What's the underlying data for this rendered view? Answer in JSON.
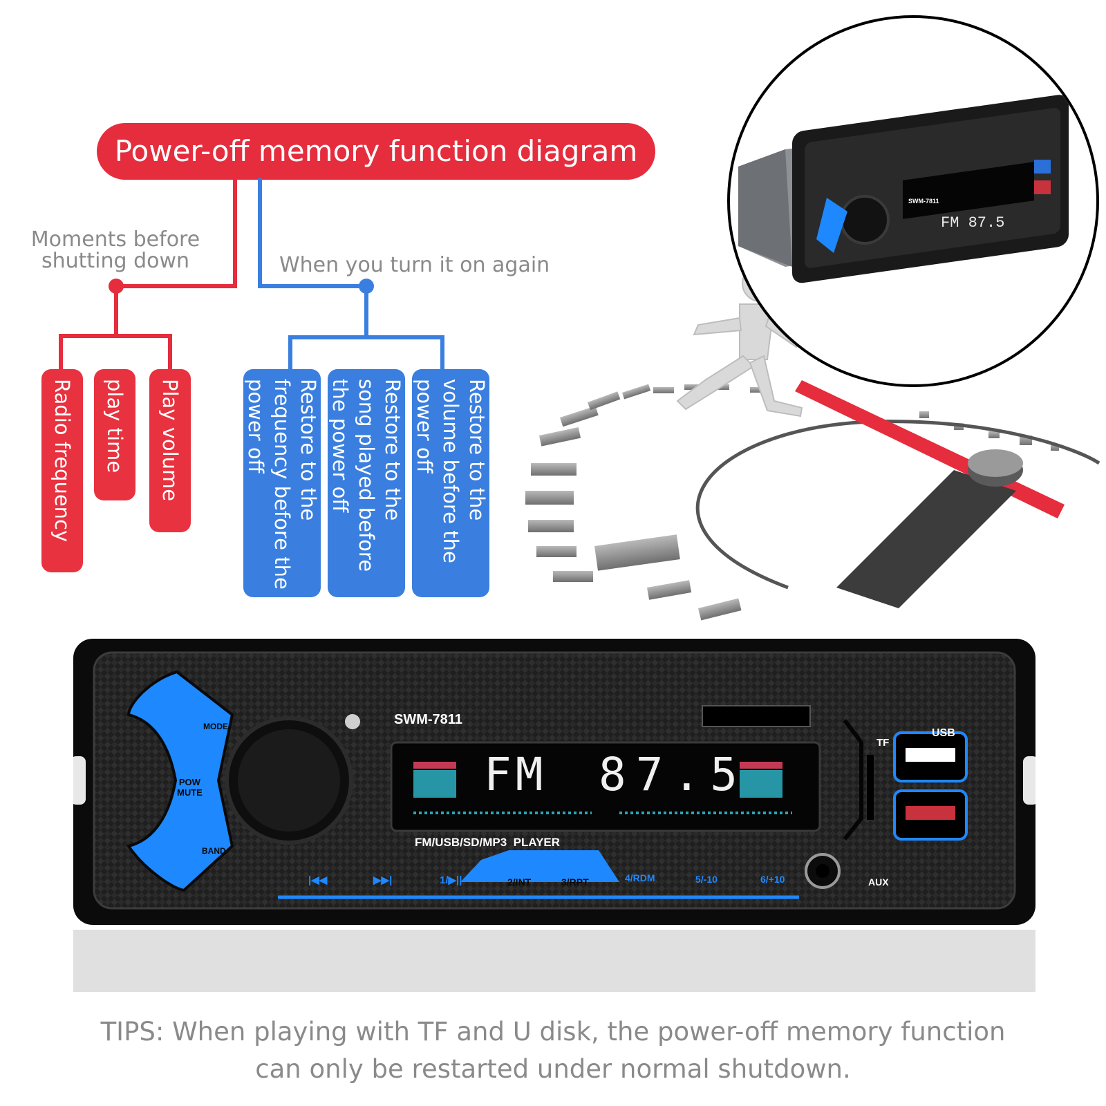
{
  "title": "Power-off memory function diagram",
  "branch_left_label": "Moments before\nshutting down",
  "branch_right_label": "When you turn it on again",
  "left_boxes": [
    "Radio frequency",
    "play time",
    "Play volume"
  ],
  "right_boxes": [
    "Restore to the\nfrequency before the\npower off",
    "Restore to the\nsong played before\nthe power off",
    "Restore to the\nvolume before the\npower off"
  ],
  "colors": {
    "red": "#e52d3d",
    "blue": "#3a7fdf",
    "gray_text": "#8a8a8a",
    "lcd_text": "#f0f0f0",
    "button_blue": "#1e88ff"
  },
  "radio": {
    "model": "SWM-7811",
    "display_band": "FM",
    "display_frequency": "87.5",
    "player_label": "FM/USB/SD/MP3  PLAYER",
    "left_buttons": [
      "MODE",
      "POW\nMUTE",
      "BAND"
    ],
    "bottom_buttons": [
      "|◀◀",
      "▶▶|",
      "1/▶||",
      "2/INT",
      "3/RPT",
      "4/RDM",
      "5/-10",
      "6/+10"
    ],
    "port_labels": {
      "usb": "USB",
      "tf": "TF",
      "aux": "AUX"
    }
  },
  "tips": [
    "TIPS: When playing with TF and U disk, the power-off memory function",
    "can only be restarted under normal shutdown."
  ]
}
